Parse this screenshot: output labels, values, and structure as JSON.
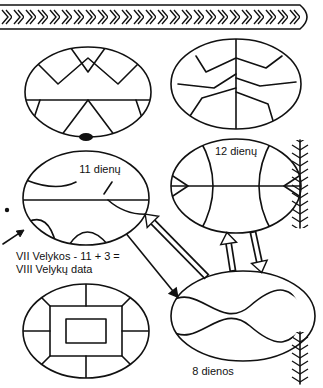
{
  "diagram": {
    "nodes": [
      {
        "text": [
          "11 dienų"
        ]
      },
      {
        "text": [
          "12 dienų"
        ]
      },
      {
        "text": [
          "8 dienos"
        ]
      }
    ],
    "edges": [
      {
        "from": 0,
        "to": 2,
        "arrow": "to"
      },
      {
        "from": 2,
        "to": 1,
        "arrow": "to"
      },
      {
        "from": 1,
        "to": 2,
        "arrow": "to"
      },
      {
        "from": 2,
        "to": 0,
        "arrow": "to"
      }
    ],
    "labels": [
      "VII Velykos - 11 + 3 = VIII Velykų data"
    ]
  }
}
